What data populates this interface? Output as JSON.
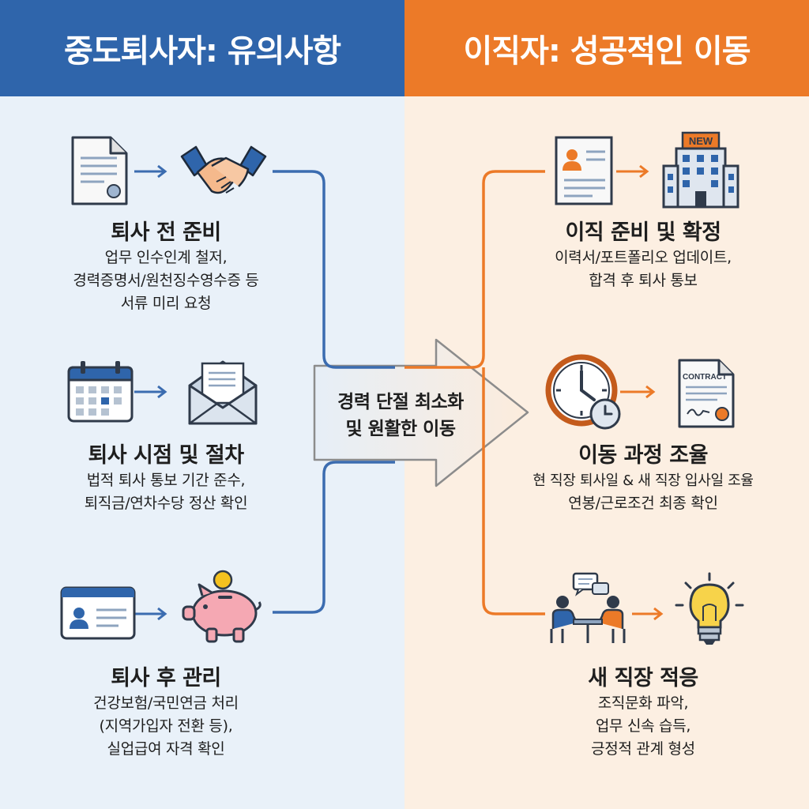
{
  "header": {
    "left_title": "중도퇴사자: 유의사항",
    "right_title": "이직자: 성공적인 이동"
  },
  "center": {
    "line1": "경력 단절 최소화",
    "line2": "및 원활한 이동"
  },
  "left_steps": [
    {
      "title": "퇴사 전 준비",
      "desc": [
        "업무 인수인계 철저,",
        "경력증명서/원천징수영수증 등",
        "서류 미리 요청"
      ],
      "icons": [
        "document-icon",
        "handshake-icon"
      ]
    },
    {
      "title": "퇴사 시점 및 절차",
      "desc": [
        "법적 퇴사 통보 기간 준수,",
        "퇴직금/연차수당 정산 확인"
      ],
      "icons": [
        "calendar-icon",
        "envelope-icon"
      ]
    },
    {
      "title": "퇴사 후 관리",
      "desc": [
        "건강보험/국민연금 처리",
        "(지역가입자 전환 등),",
        "실업급여 자격 확인"
      ],
      "icons": [
        "id-card-icon",
        "piggy-bank-icon"
      ]
    }
  ],
  "right_steps": [
    {
      "title": "이직 준비 및 확정",
      "desc": [
        "이력서/포트폴리오 업데이트,",
        "합격 후 퇴사 통보"
      ],
      "icons": [
        "resume-icon",
        "office-building-icon"
      ],
      "building_sign": "NEW"
    },
    {
      "title": "이동 과정 조율",
      "desc": [
        "현 직장 퇴사일 & 새 직장 입사일 조율",
        "연봉/근로조건 최종 확인"
      ],
      "icons": [
        "clock-icon",
        "contract-icon"
      ],
      "contract_label": "CONTRACT"
    },
    {
      "title": "새 직장 적응",
      "desc": [
        "조직문화 파악,",
        "업무 신속 습득,",
        "긍정적 관계 형성"
      ],
      "icons": [
        "meeting-icon",
        "lightbulb-icon"
      ]
    }
  ],
  "colors": {
    "left_header": "#2f65ab",
    "right_header": "#ec7a28",
    "left_background": "#e9f1f9",
    "right_background": "#fcefe2",
    "left_connector": "#3b6cb0",
    "right_connector": "#ec7a28"
  }
}
